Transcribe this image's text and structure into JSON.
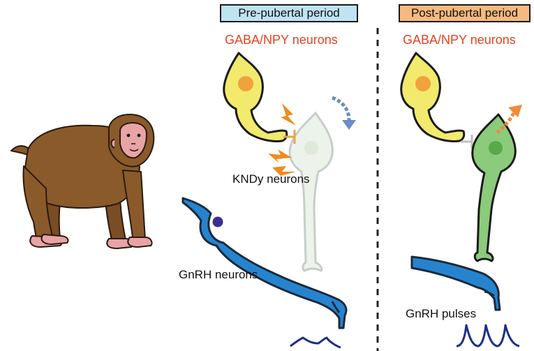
{
  "periods": {
    "pre": {
      "label": "Pre-pubertal period",
      "fill": "#bfe3f2"
    },
    "post": {
      "label": "Post-pubertal period",
      "fill": "#f6b97f"
    }
  },
  "neurons": {
    "gaba_label": "GABA/NPY neurons",
    "kndy_label": "KNDy neurons",
    "gnrh_label": "GnRH neurons",
    "gnrh_pulses_label": "GnRH pulses"
  },
  "colors": {
    "gaba_text": "#e8431e",
    "gaba_cell": "#f2ea6c",
    "gaba_nucleus": "#f0a23f",
    "kndy_inactive": "#e4ecdf",
    "kndy_active": "#8bcb7c",
    "kndy_nucleus": "#5aa84c",
    "gnrh_cell": "#2684cf",
    "gnrh_nucleus": "#3a2f8f",
    "inhibition_signal": "#f08a1e",
    "pulse_line": "#1f2f86",
    "monkey_fur": "#8a5a2b",
    "monkey_skin": "#e8a3a6"
  },
  "icons": {
    "monkey": "rhesus-monkey-illustration",
    "divider": "dashed-vertical-divider",
    "arrow_down": "curved-arrow-down-icon",
    "arrow_up": "curved-arrow-up-icon",
    "lightning": "lightning-bolt-icon"
  }
}
